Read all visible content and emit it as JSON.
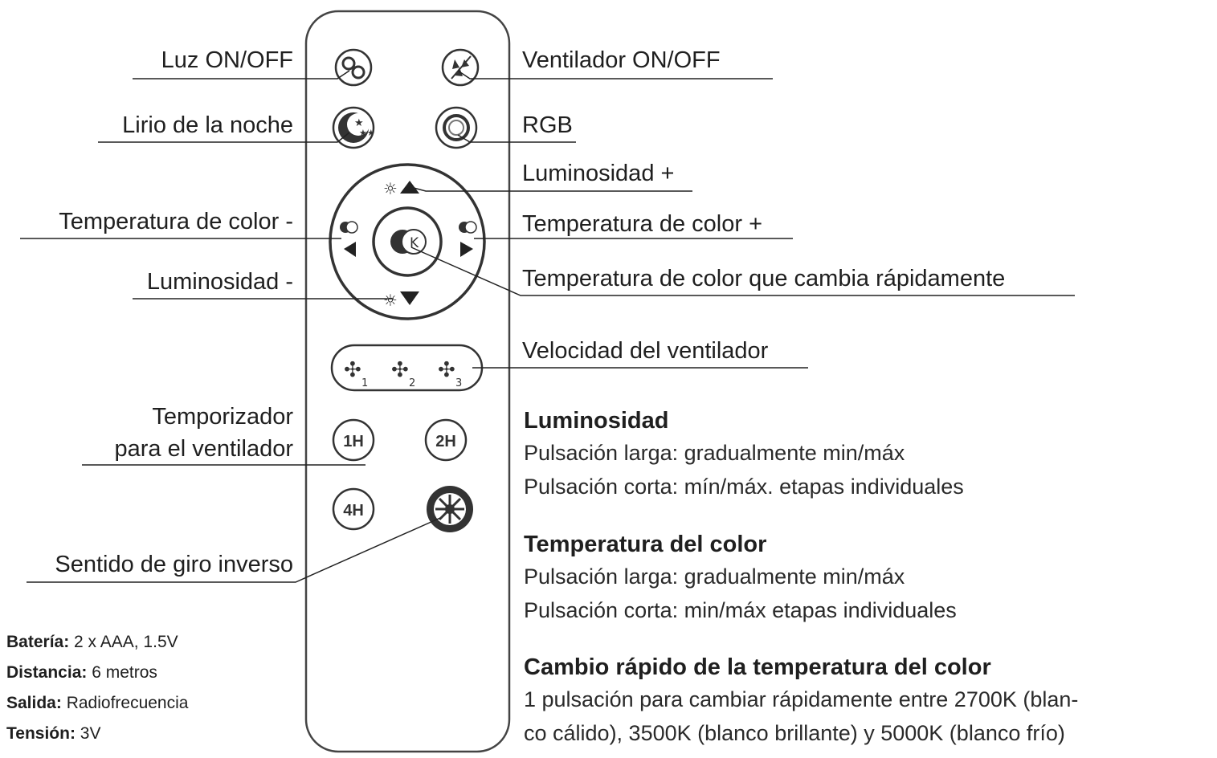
{
  "labels": {
    "luz_onoff": "Luz ON/OFF",
    "ventilador_onoff": "Ventilador ON/OFF",
    "lirio": "Lirio de la noche",
    "rgb": "RGB",
    "luminosidad_plus": "Luminosidad +",
    "temp_color_minus": "Temperatura de color -",
    "temp_color_plus": "Temperatura de color +",
    "luminosidad_minus": "Luminosidad -",
    "temp_cambia": "Temperatura de color que cambia rápidamente",
    "velocidad_ventilador": "Velocidad del ventilador",
    "temporizador_1": "Temporizador",
    "temporizador_2": "para el ventilador",
    "sentido_giro": "Sentido de giro inverso"
  },
  "remote": {
    "fan_speeds": [
      "1",
      "2",
      "3"
    ],
    "timer_buttons": [
      "1H",
      "2H",
      "4H"
    ],
    "center_key": "K"
  },
  "sections": {
    "luminosidad": {
      "title": "Luminosidad",
      "line1": "Pulsación larga: gradualmente min/máx",
      "line2": "Pulsación corta: mín/máx. etapas individuales"
    },
    "temperatura": {
      "title": "Temperatura del color",
      "line1": "Pulsación larga: gradualmente min/máx",
      "line2": "Pulsación corta: min/máx etapas individuales"
    },
    "cambio": {
      "title": "Cambio rápido de la temperatura del color",
      "line1": "1 pulsación para cambiar rápidamente entre 2700K (blan-",
      "line2": "co cálido), 3500K (blanco brillante) y 5000K (blanco frío)"
    }
  },
  "specs": {
    "bateria_label": "Batería:",
    "bateria_value": "2 x AAA, 1.5V",
    "distancia_label": "Distancia:",
    "distancia_value": "6 metros",
    "salida_label": "Salida:",
    "salida_value": "Radiofrecuencia",
    "tension_label": "Tensión:",
    "tension_value": "3V"
  },
  "colors": {
    "ink": "#1f1f1f",
    "remote_outline": "#444444",
    "background": "#ffffff"
  }
}
